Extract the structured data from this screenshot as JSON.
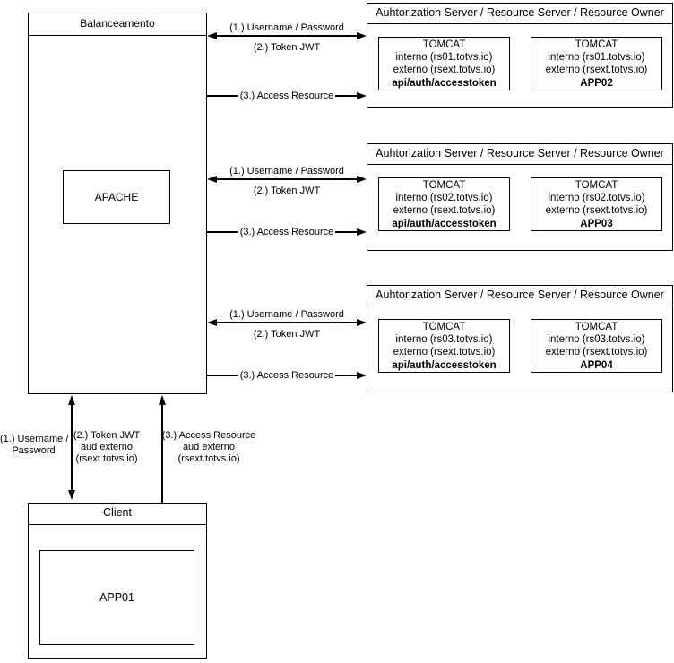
{
  "colors": {
    "line": "#000000",
    "background": "#ffffff",
    "text": "#000000"
  },
  "balancer": {
    "title": "Balanceamento",
    "server": "APACHE"
  },
  "groups": [
    {
      "title": "Auhtorization Server / Resource Server / Resource Owner",
      "flows": {
        "f1": "(1.) Username / Password",
        "f2": "(2.) Token JWT",
        "f3": "(3.) Access Resource"
      },
      "tomcat_auth": {
        "name": "TOMCAT",
        "interno": "interno (rs01.totvs.io)",
        "externo": "externo (rsext.totvs.io)",
        "endpoint": "api/auth/accesstoken"
      },
      "tomcat_app": {
        "name": "TOMCAT",
        "interno": "interno (rs01.totvs.io)",
        "externo": "externo (rsext.totvs.io)",
        "endpoint": "APP02"
      }
    },
    {
      "title": "Auhtorization Server / Resource Server / Resource Owner",
      "flows": {
        "f1": "(1.) Username / Password",
        "f2": "(2.) Token JWT",
        "f3": "(3.) Access Resource"
      },
      "tomcat_auth": {
        "name": "TOMCAT",
        "interno": "interno (rs02.totvs.io)",
        "externo": "externo (rsext.totvs.io)",
        "endpoint": "api/auth/accesstoken"
      },
      "tomcat_app": {
        "name": "TOMCAT",
        "interno": "interno (rs02.totvs.io)",
        "externo": "externo (rsext.totvs.io)",
        "endpoint": "APP03"
      }
    },
    {
      "title": "Auhtorization Server / Resource Server / Resource Owner",
      "flows": {
        "f1": "(1.) Username / Password",
        "f2": "(2.) Token JWT",
        "f3": "(3.) Access Resource"
      },
      "tomcat_auth": {
        "name": "TOMCAT",
        "interno": "interno (rs03.totvs.io)",
        "externo": "externo (rsext.totvs.io)",
        "endpoint": "api/auth/accesstoken"
      },
      "tomcat_app": {
        "name": "TOMCAT",
        "interno": "interno (rs03.totvs.io)",
        "externo": "externo (rsext.totvs.io)",
        "endpoint": "APP04"
      }
    }
  ],
  "client": {
    "title": "Client",
    "app": "APP01",
    "flows": {
      "f1_line1": "(1.) Username /",
      "f1_line2": "Password",
      "f2_line1": "(2.) Token JWT",
      "f2_line2": "aud externo",
      "f2_line3": "(rsext.totvs.io)",
      "f3_line1": "(3.) Access Resource",
      "f3_line2": "aud externo",
      "f3_line3": "(rsext.totvs.io)"
    }
  }
}
